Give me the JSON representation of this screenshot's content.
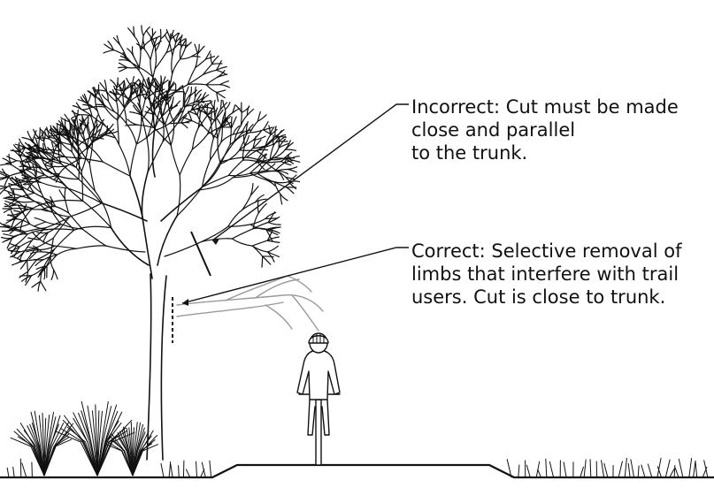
{
  "callouts": {
    "incorrect": {
      "lines": [
        "Incorrect: Cut must be made",
        "close and parallel",
        "to the trunk."
      ]
    },
    "correct": {
      "lines": [
        "Correct: Selective removal of",
        "limbs that interfere with trail",
        "users. Cut is close to trunk."
      ]
    }
  },
  "colors": {
    "ink": "#111111",
    "removed_limb": "#9a9a9a"
  },
  "icons": [
    "tree",
    "shrub",
    "grass",
    "cyclist",
    "trail",
    "cut-line",
    "removed-limb"
  ]
}
